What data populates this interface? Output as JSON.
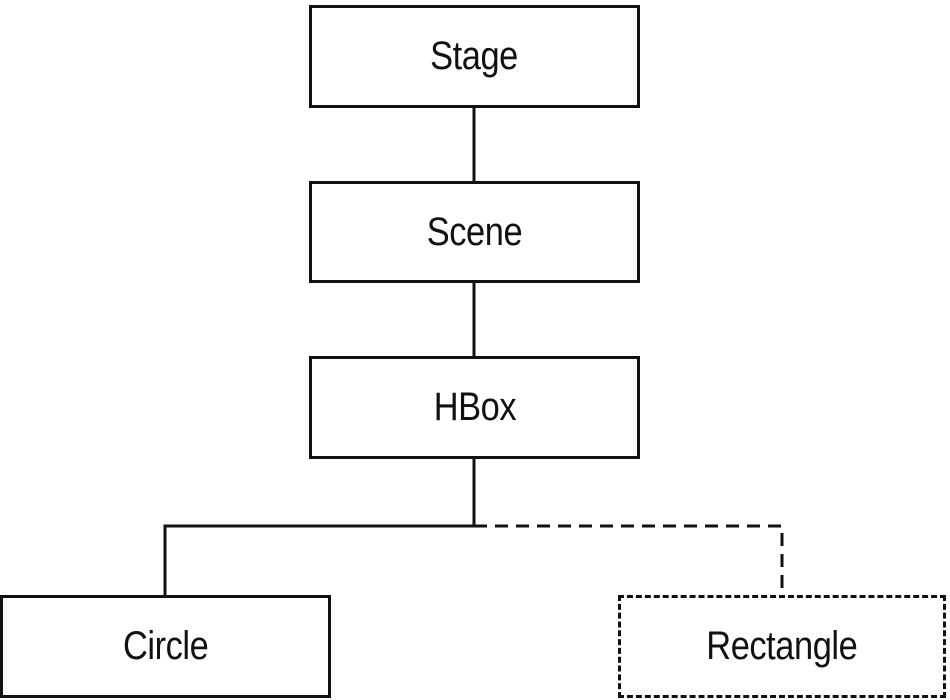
{
  "diagram": {
    "nodes": [
      {
        "id": "stage",
        "label": "Stage",
        "style": "solid"
      },
      {
        "id": "scene",
        "label": "Scene",
        "style": "solid"
      },
      {
        "id": "hbox",
        "label": "HBox",
        "style": "solid"
      },
      {
        "id": "circle",
        "label": "Circle",
        "style": "solid"
      },
      {
        "id": "rectangle",
        "label": "Rectangle",
        "style": "dashed"
      }
    ],
    "edges": [
      {
        "from": "stage",
        "to": "scene",
        "style": "solid"
      },
      {
        "from": "scene",
        "to": "hbox",
        "style": "solid"
      },
      {
        "from": "hbox",
        "to": "circle",
        "style": "solid"
      },
      {
        "from": "hbox",
        "to": "rectangle",
        "style": "dashed"
      }
    ],
    "colors": {
      "stroke": "#111111",
      "background": "#ffffff"
    }
  }
}
